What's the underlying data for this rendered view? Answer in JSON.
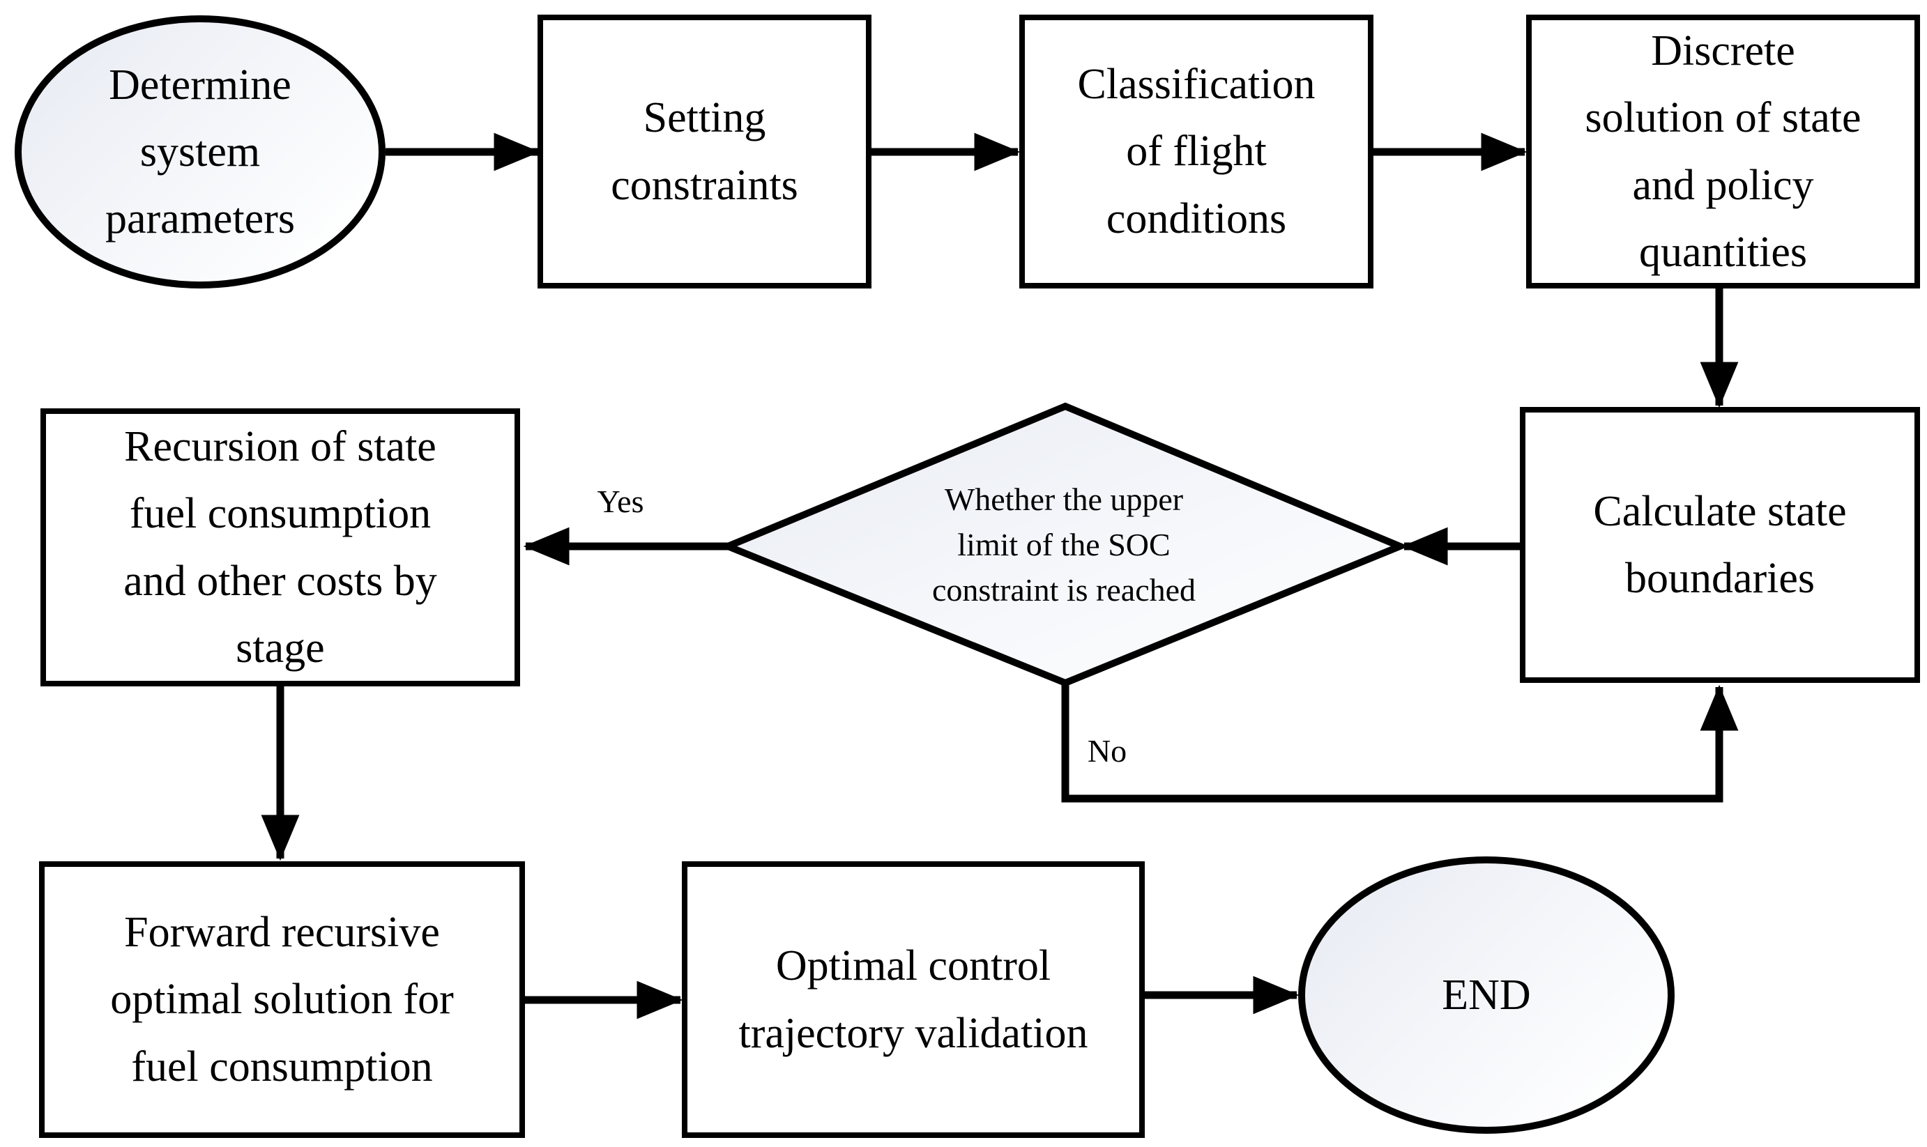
{
  "diagram": {
    "type": "flowchart",
    "nodes": {
      "start": {
        "shape": "ellipse",
        "label": "Determine\nsystem\nparameters"
      },
      "setting_constraints": {
        "shape": "rect",
        "label": "Setting\nconstraints"
      },
      "classification": {
        "shape": "rect",
        "label": "Classification\nof flight\nconditions"
      },
      "discrete_solution": {
        "shape": "rect",
        "label": "Discrete\nsolution of state\nand policy\nquantities"
      },
      "calculate_boundaries": {
        "shape": "rect",
        "label": "Calculate state\nboundaries"
      },
      "soc_decision": {
        "shape": "diamond",
        "label": "Whether the upper\nlimit of the SOC\nconstraint is reached"
      },
      "recursion": {
        "shape": "rect",
        "label": "Recursion of state\nfuel consumption\nand other costs by\nstage"
      },
      "forward_recursive": {
        "shape": "rect",
        "label": "Forward recursive\noptimal solution for\nfuel consumption"
      },
      "optimal_control": {
        "shape": "rect",
        "label": "Optimal control\ntrajectory validation"
      },
      "end": {
        "shape": "ellipse",
        "label": "END"
      }
    },
    "edges": [
      {
        "from": "start",
        "to": "setting_constraints",
        "label": ""
      },
      {
        "from": "setting_constraints",
        "to": "classification",
        "label": ""
      },
      {
        "from": "classification",
        "to": "discrete_solution",
        "label": ""
      },
      {
        "from": "discrete_solution",
        "to": "calculate_boundaries",
        "label": ""
      },
      {
        "from": "calculate_boundaries",
        "to": "soc_decision",
        "label": ""
      },
      {
        "from": "soc_decision",
        "to": "recursion",
        "label": "Yes"
      },
      {
        "from": "soc_decision",
        "to": "calculate_boundaries",
        "label": "No"
      },
      {
        "from": "recursion",
        "to": "forward_recursive",
        "label": ""
      },
      {
        "from": "forward_recursive",
        "to": "optimal_control",
        "label": ""
      },
      {
        "from": "optimal_control",
        "to": "end",
        "label": ""
      }
    ],
    "colors": {
      "stroke": "#000000",
      "rect_fill": "#ffffff",
      "gradient_start": "#e7eaf2",
      "gradient_end": "#ffffff"
    }
  }
}
